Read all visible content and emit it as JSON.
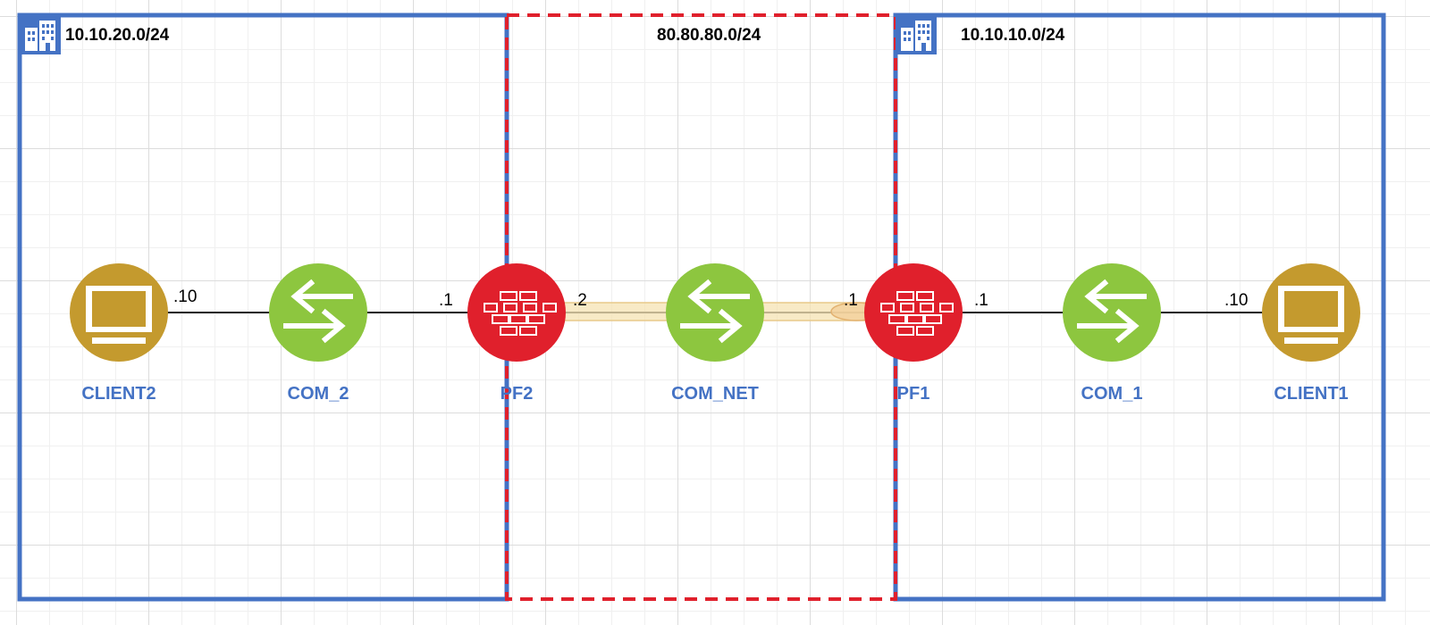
{
  "zones": [
    {
      "id": "lan2",
      "label": "10.10.20.0/24",
      "style": "solid",
      "color": "#4472c4",
      "has_icon": true
    },
    {
      "id": "wan",
      "label": "80.80.80.0/24",
      "style": "dashed",
      "color": "#e0202c",
      "has_icon": false
    },
    {
      "id": "lan1",
      "label": "10.10.10.0/24",
      "style": "solid",
      "color": "#4472c4",
      "has_icon": true
    }
  ],
  "nodes": [
    {
      "id": "client2",
      "type": "client",
      "label": "CLIENT2",
      "icon": "monitor-icon"
    },
    {
      "id": "com2",
      "type": "switch",
      "label": "COM_2",
      "icon": "switch-arrows-icon"
    },
    {
      "id": "pf2",
      "type": "firewall",
      "label": "PF2",
      "icon": "firewall-brick-icon"
    },
    {
      "id": "comnet",
      "type": "switch",
      "label": "COM_NET",
      "icon": "switch-arrows-icon"
    },
    {
      "id": "pf1",
      "type": "firewall",
      "label": "PF1",
      "icon": "firewall-brick-icon"
    },
    {
      "id": "com1",
      "type": "switch",
      "label": "COM_1",
      "icon": "switch-arrows-icon"
    },
    {
      "id": "client1",
      "type": "client",
      "label": "CLIENT1",
      "icon": "monitor-icon"
    }
  ],
  "links": [
    {
      "from": "client2",
      "to": "com2",
      "label": ".10"
    },
    {
      "from": "com2",
      "to": "pf2",
      "label": ".1"
    },
    {
      "from": "pf2",
      "to": "comnet",
      "label": ".2"
    },
    {
      "from": "comnet",
      "to": "pf1",
      "label": ".1"
    },
    {
      "from": "pf1",
      "to": "com1",
      "label": ".1"
    },
    {
      "from": "com1",
      "to": "client1",
      "label": ".10"
    }
  ],
  "tunnel": {
    "from": "pf2",
    "to": "pf1",
    "icon": "vpn-tunnel-icon"
  },
  "colors": {
    "zone_border": "#4472c4",
    "wan_border": "#e0202c",
    "client": "#c49a2e",
    "switch": "#8dc63f",
    "firewall": "#e0202c",
    "label": "#4472c4",
    "tunnel": "#f6e3b3"
  }
}
